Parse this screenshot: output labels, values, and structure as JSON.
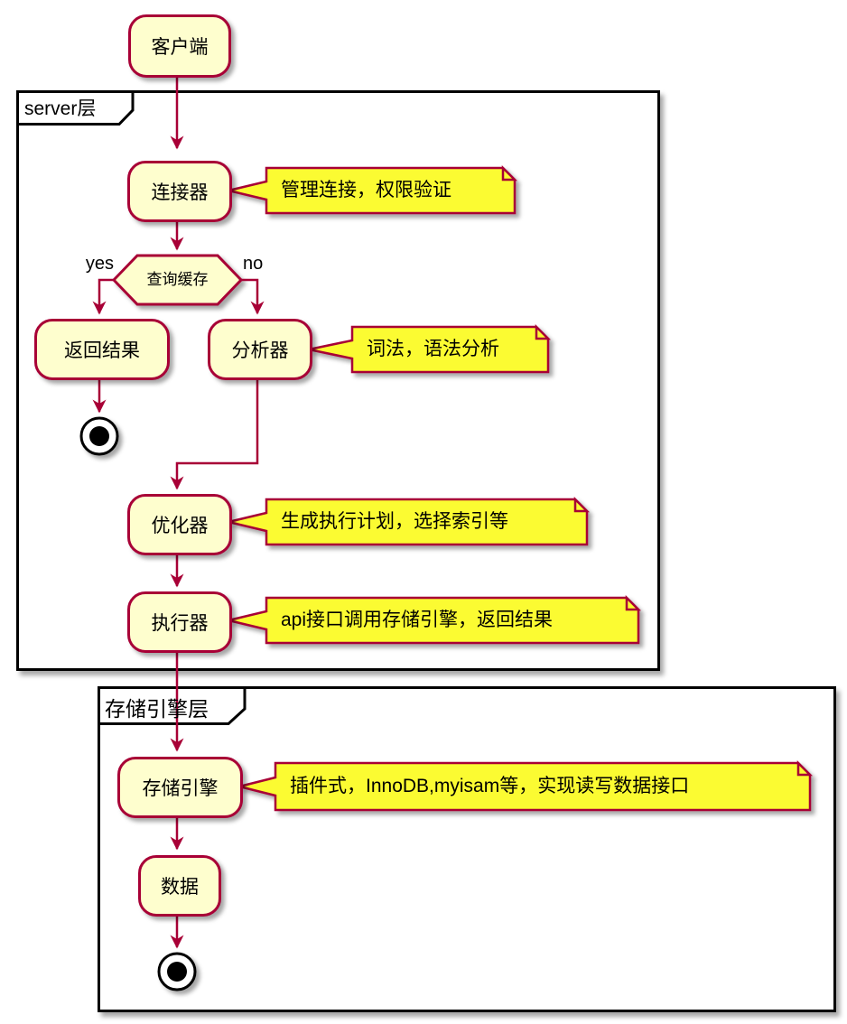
{
  "colors": {
    "activity_fill": "#FEFECE",
    "activity_border": "#A80036",
    "arrow": "#A80036",
    "note_fill": "#FBFB30",
    "note_border": "#A80036",
    "frame_border": "#000000"
  },
  "partitions": {
    "server": {
      "label": "server层"
    },
    "storage": {
      "label": "存储引擎层"
    }
  },
  "nodes": {
    "client": {
      "label": "客户端"
    },
    "connector": {
      "label": "连接器"
    },
    "decision": {
      "label": "查询缓存",
      "yes_label": "yes",
      "no_label": "no"
    },
    "return_result": {
      "label": "返回结果"
    },
    "analyzer": {
      "label": "分析器"
    },
    "optimizer": {
      "label": "优化器"
    },
    "executor": {
      "label": "执行器"
    },
    "storage_engine": {
      "label": "存储引擎"
    },
    "data": {
      "label": "数据"
    }
  },
  "notes": {
    "connector": {
      "text": "管理连接，权限验证"
    },
    "analyzer": {
      "text": "词法，语法分析"
    },
    "optimizer": {
      "text": "生成执行计划，选择索引等"
    },
    "executor": {
      "text": "api接口调用存储引擎，返回结果"
    },
    "storage": {
      "text": "插件式，InnoDB,myisam等，实现读写数据接口"
    }
  }
}
